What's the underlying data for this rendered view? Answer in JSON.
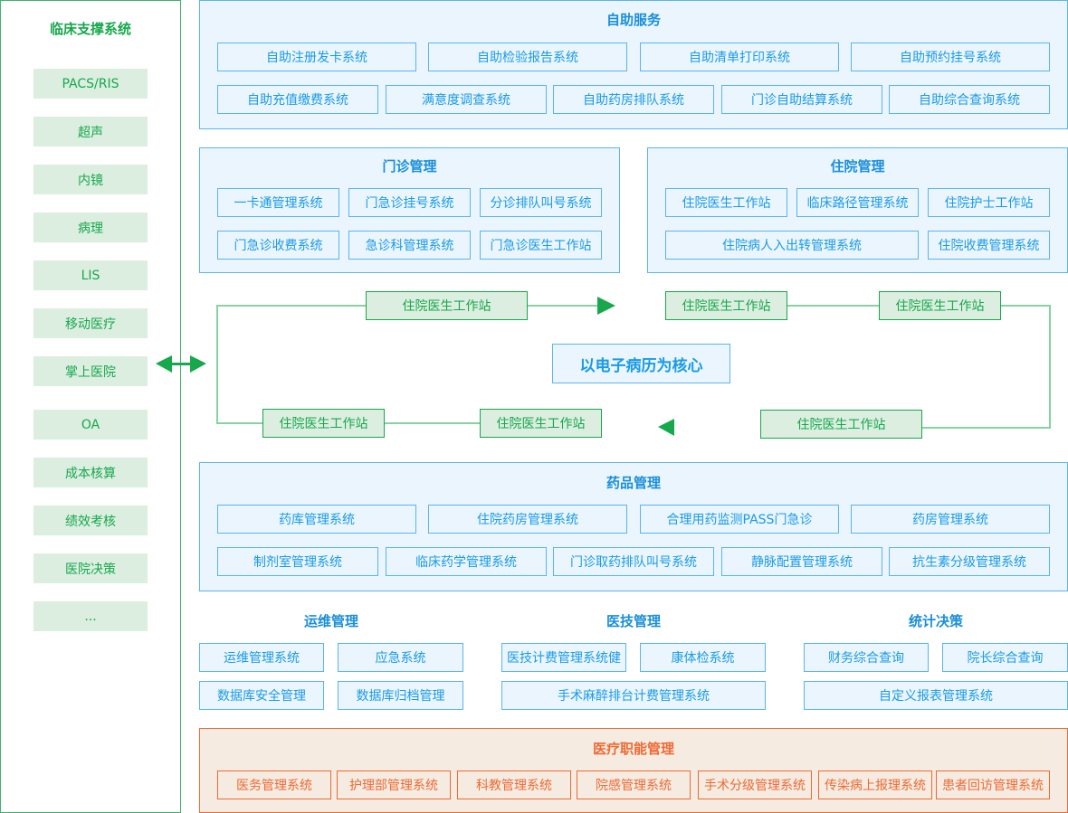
{
  "sidebar": {
    "title": "临床支撑系统",
    "items": [
      "PACS/RIS",
      "超声",
      "内镜",
      "病理",
      "LIS",
      "移动医疗",
      "掌上医院",
      "OA",
      "成本核算",
      "绩效考核",
      "医院决策",
      "..."
    ]
  },
  "self_service": {
    "title": "自助服务",
    "row1": [
      "自助注册发卡系统",
      "自助检验报告系统",
      "自助清单打印系统",
      "自助预约挂号系统"
    ],
    "row2": [
      "自助充值缴费系统",
      "满意度调查系统",
      "自助药房排队系统",
      "门诊自助结算系统",
      "自助综合查询系统"
    ]
  },
  "outpatient": {
    "title": "门诊管理",
    "items": [
      "一卡通管理系统",
      "门急诊挂号系统",
      "分诊排队叫号系统",
      "门急诊收费系统",
      "急诊科管理系统",
      "门急诊医生工作站"
    ]
  },
  "inpatient": {
    "title": "住院管理",
    "items": [
      "住院医生工作站",
      "临床路径管理系统",
      "住院护士工作站",
      "住院病人入出转管理系统",
      "住院收费管理系统"
    ]
  },
  "flow": {
    "core": "以电子病历为核心",
    "nodes": [
      "住院医生工作站",
      "住院医生工作站",
      "住院医生工作站",
      "住院医生工作站",
      "住院医生工作站",
      "住院医生工作站"
    ]
  },
  "drug": {
    "title": "药品管理",
    "row1": [
      "药库管理系统",
      "住院药房管理系统",
      "合理用药监测PASS门急诊",
      "药房管理系统"
    ],
    "row2": [
      "制剂室管理系统",
      "临床药学管理系统",
      "门诊取药排队叫号系统",
      "静脉配置管理系统",
      "抗生素分级管理系统"
    ]
  },
  "ops": {
    "title": "运维管理",
    "items": [
      "运维管理系统",
      "应急系统",
      "数据库安全管理",
      "数据库归档管理"
    ]
  },
  "tech": {
    "title": "医技管理",
    "items": [
      "医技计费管理系统健",
      "康体检系统",
      "手术麻醉排台计费管理系统"
    ]
  },
  "stats": {
    "title": "统计决策",
    "items": [
      "财务综合查询",
      "院长综合查询",
      "自定义报表管理系统"
    ]
  },
  "functional": {
    "title": "医疗职能管理",
    "items": [
      "医务管理系统",
      "护理部管理系统",
      "科教管理系统",
      "院感管理系统",
      "手术分级管理系统",
      "传染病上报理系统",
      "患者回访管理系统"
    ]
  },
  "colors": {
    "green": "#17a84c",
    "blue": "#1a9be6",
    "orange": "#ee6a35"
  }
}
